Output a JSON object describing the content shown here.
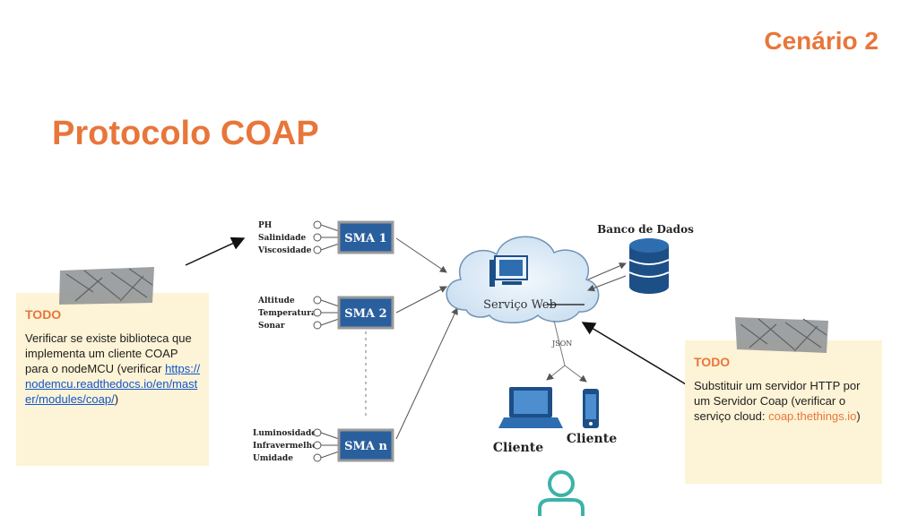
{
  "header": {
    "section": "Cenário 2",
    "title": "Protocolo COAP"
  },
  "diagram": {
    "sensor_groups": [
      {
        "node": "SMA 1",
        "sensors": [
          "PH",
          "Salinidade",
          "Viscosidade"
        ]
      },
      {
        "node": "SMA 2",
        "sensors": [
          "Altitude",
          "Temperatura",
          "Sonar"
        ]
      },
      {
        "node": "SMA n",
        "sensors": [
          "Luminosidade",
          "Infravermelho",
          "Umidade"
        ]
      }
    ],
    "cloud_label": "Serviço Web",
    "database_label": "Banco de Dados",
    "format_label": "JSON",
    "client_labels": [
      "Cliente",
      "Cliente"
    ]
  },
  "notes": {
    "left": {
      "heading": "TODO",
      "text": "Verificar se existe biblioteca que implementa um cliente COAP para o nodeMCU (verificar ",
      "link": "https://nodemcu.readthedocs.io/en/master/modules/coap/",
      "suffix": ")"
    },
    "right": {
      "heading": "TODO",
      "text": "Substituir um servidor HTTP por um Servidor Coap (verificar o serviço cloud: ",
      "highlight": "coap.thethings.io",
      "suffix": ")"
    }
  },
  "colors": {
    "accent": "#e8763a",
    "note_bg": "#fdf3d6",
    "link": "#1155cc",
    "sma_box": "#2a5f9e",
    "person_icon": "#3bb3a6"
  },
  "icons": [
    "tape-icon",
    "computer-icon",
    "database-icon",
    "laptop-icon",
    "phone-icon",
    "person-icon"
  ]
}
